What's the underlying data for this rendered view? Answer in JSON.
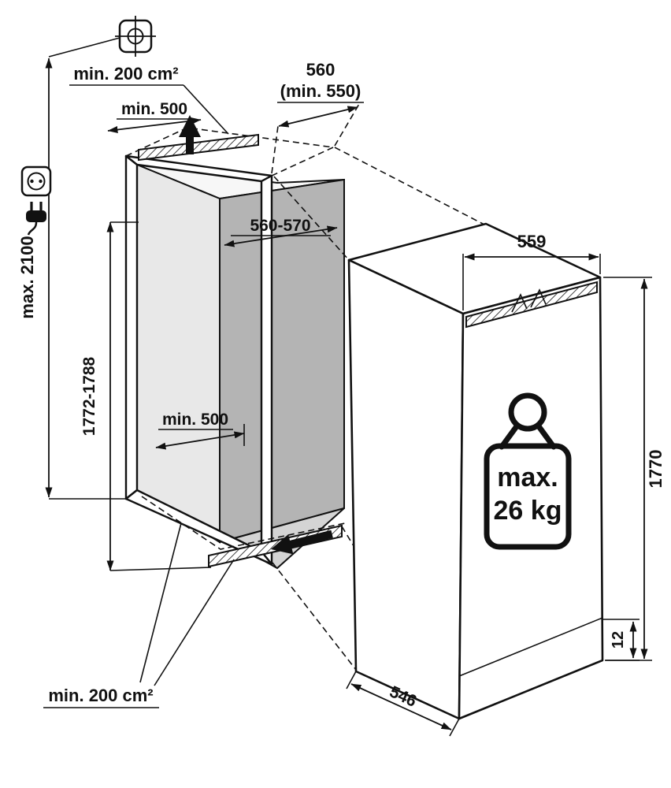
{
  "page": {
    "title": "Built-in appliance installation dimensions diagram"
  },
  "labels": {
    "vent_top_area": "min. 200 cm²",
    "top_clearance_depth": "min. 500",
    "top_depth_primary": "560",
    "top_depth_secondary": "(min. 550)",
    "niche_width": "560-570",
    "appliance_width": "559",
    "ceiling_max_height": "max. 2100",
    "niche_height": "1772-1788",
    "interior_min_depth": "min. 500",
    "appliance_height": "1770",
    "weight_line1": "max.",
    "weight_line2": "26 kg",
    "bottom_gap": "12",
    "appliance_depth": "546",
    "vent_bottom_area": "min. 200 cm²"
  },
  "icons": {
    "position_marker": "drill-position-marker",
    "socket": "power-socket",
    "plug": "power-plug",
    "airflow_top": "airflow-up-arrow",
    "airflow_bottom": "airflow-in-arrow",
    "weight": "max-door-weight"
  },
  "colors": {
    "outline": "#111111",
    "back_wall": "#b4b4b4",
    "left_wall": "#e8e8e8",
    "floor": "#d4d4d4",
    "ceiling": "#f7f7f7"
  }
}
